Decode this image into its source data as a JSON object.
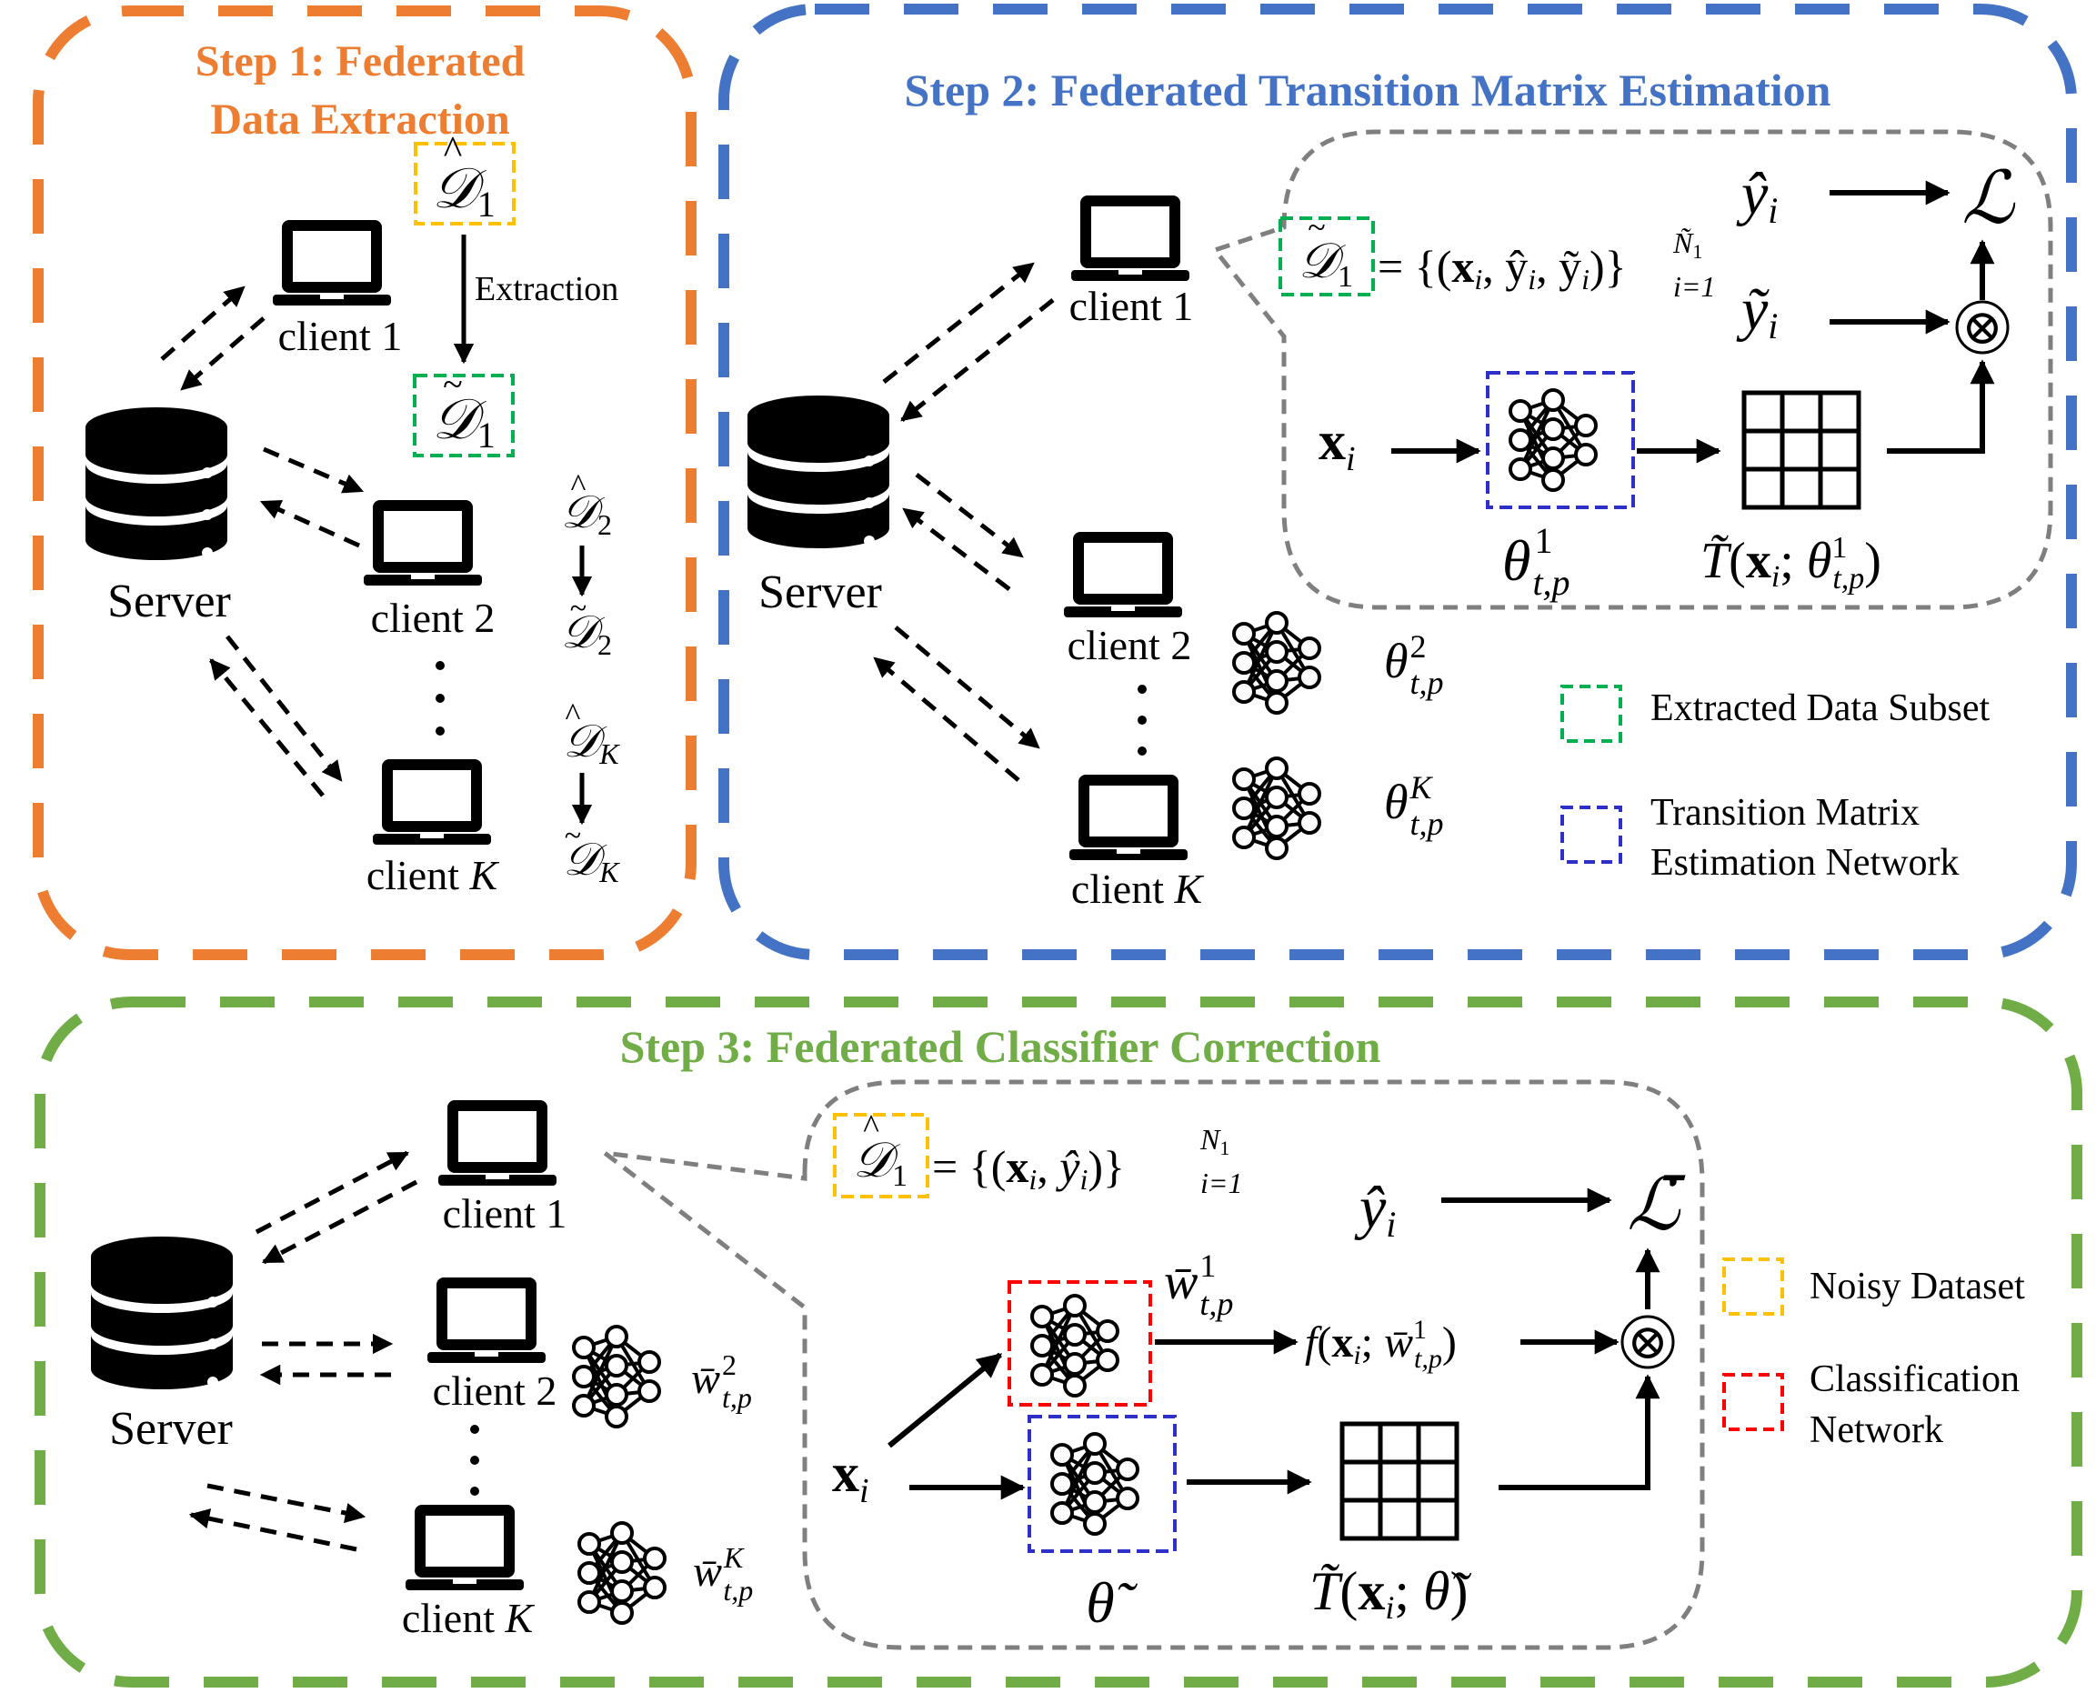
{
  "colors": {
    "step1": "#ED7D31",
    "step2": "#4472C4",
    "step3": "#70AD47",
    "extracted": "#00B050",
    "noisy": "#FFC000",
    "transition_net": "#2E2EC8",
    "classification_net": "#FF0000",
    "gray": "#7F7F7F",
    "ink": "#000000"
  },
  "step1": {
    "title_line1": "Step 1: Federated",
    "title_line2": "Data Extraction",
    "server_label": "Server",
    "client1": "client 1",
    "client2": "client 2",
    "clientK_prefix": "client ",
    "clientK_var": "K",
    "extraction": "Extraction",
    "D": "𝒟",
    "sub1": "1",
    "sub2": "2",
    "subK": "K"
  },
  "step2": {
    "title": "Step 2: Federated Transition Matrix Estimation",
    "server_label": "Server",
    "client1": "client 1",
    "client2": "client 2",
    "clientK_prefix": "client ",
    "clientK_var": "K",
    "set_def_eq": "= {(",
    "set_def_x": "x",
    "set_def_i": "i",
    "set_def_rest": ", ŷ",
    "set_def_rest2": ", ỹ",
    "set_def_close": ")}",
    "set_sup_N": "Ñ",
    "set_sup_1": "1",
    "set_sub": "i=1",
    "yhat": "ŷ",
    "ytilde": "ỹ",
    "L": "ℒ",
    "xi": "x",
    "theta": "θ",
    "theta_sub": "t,p",
    "theta_sup1": "1",
    "theta_sup2": "2",
    "theta_supK": "K",
    "T": "T̃",
    "T_args_open": "(",
    "T_args_semi": "; ",
    "T_args_close": ")",
    "legend_extracted": "Extracted Data Subset",
    "legend_tm_line1": "Transition Matrix",
    "legend_tm_line2": "Estimation Network",
    "otimes": "⊗"
  },
  "step3": {
    "title": "Step 3: Federated Classifier Correction",
    "server_label": "Server",
    "client1": "client 1",
    "client2": "client 2",
    "clientK_prefix": "client ",
    "clientK_var": "K",
    "set_def_eq": "= {(",
    "set_def_close": ")}",
    "set_sup": "N",
    "set_sup_sub": "1",
    "set_sub": "i=1",
    "yhat": "ŷ",
    "Lbar": "ℒ̄",
    "w": "w̄",
    "w_sub": "t,p",
    "w_sup1": "1",
    "w_sup2": "2",
    "w_supK": "K",
    "f": "f",
    "theta_tilde": "θ̃",
    "T": "T̃",
    "xi": "x",
    "otimes": "⊗",
    "legend_noisy": "Noisy Dataset",
    "legend_cls_line1": "Classification",
    "legend_cls_line2": "Network"
  }
}
